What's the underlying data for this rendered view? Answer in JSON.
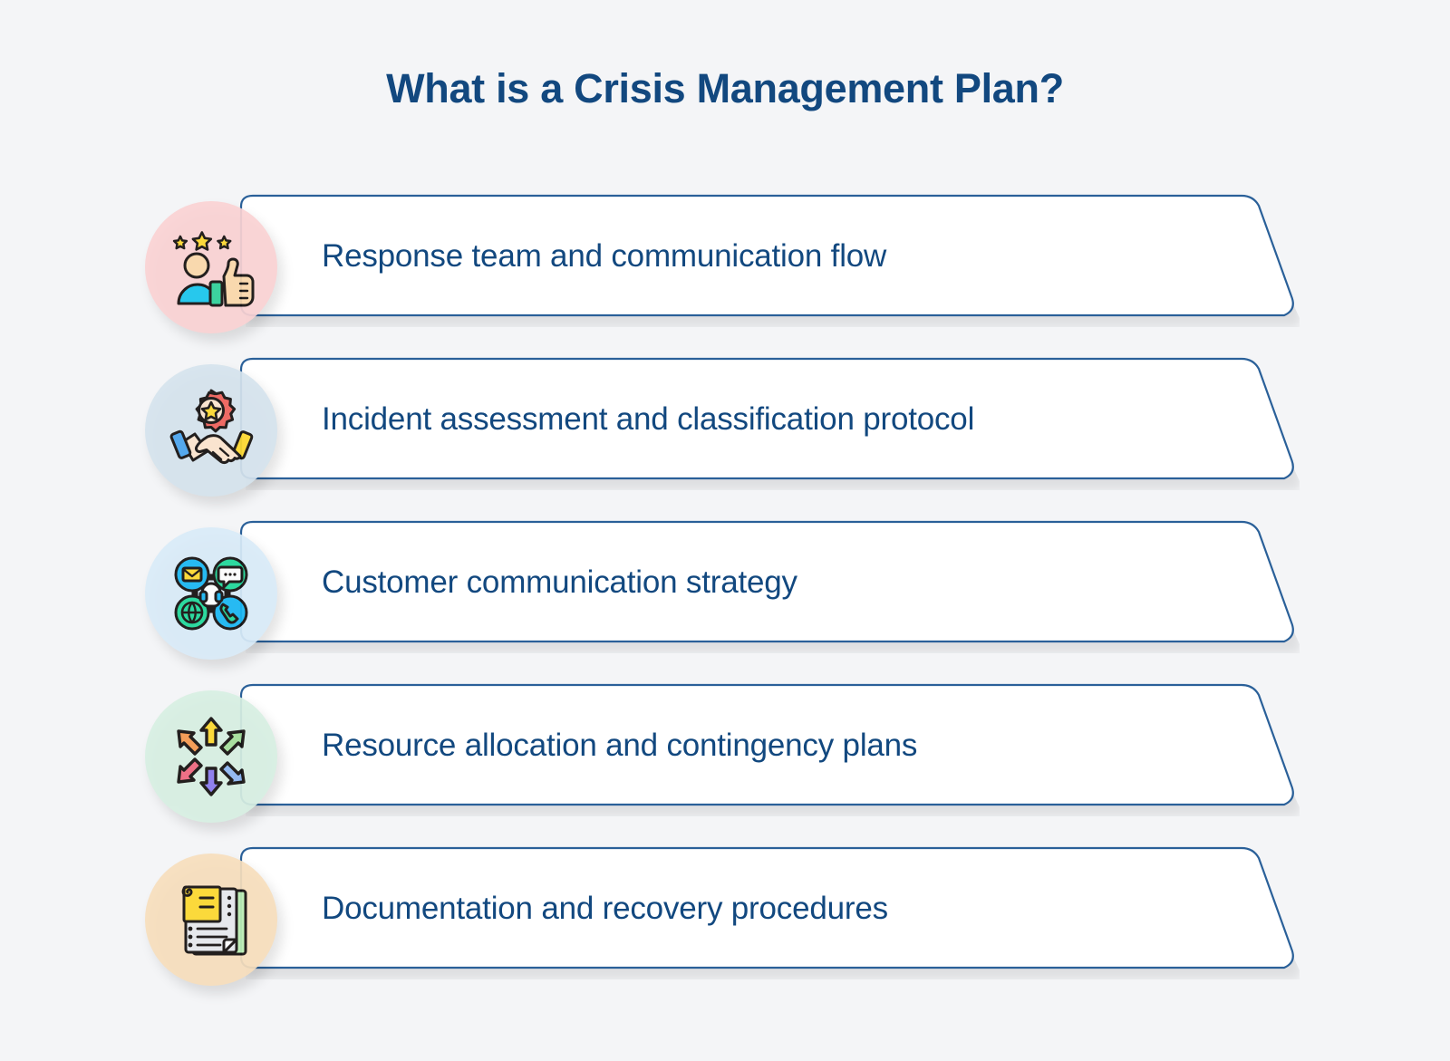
{
  "page": {
    "title": "What is a Crisis Management Plan?",
    "background_color": "#f4f5f7",
    "accent_color": "#12487f",
    "card_background": "#ffffff",
    "card_border_color": "#2a6099"
  },
  "items": [
    {
      "label": "Response team and communication flow",
      "icon": "user-rating-thumbsup-icon",
      "circle_color": "#fbd3d4"
    },
    {
      "label": "Incident assessment and classification protocol",
      "icon": "handshake-award-icon",
      "circle_color": "#d6e4ee"
    },
    {
      "label": "Customer communication strategy",
      "icon": "omnichannel-support-icon",
      "circle_color": "#daecf9"
    },
    {
      "label": "Resource allocation and contingency plans",
      "icon": "radiating-arrows-icon",
      "circle_color": "#d8f0e3"
    },
    {
      "label": "Documentation and recovery procedures",
      "icon": "documents-notes-icon",
      "circle_color": "#f8dfbd"
    }
  ]
}
